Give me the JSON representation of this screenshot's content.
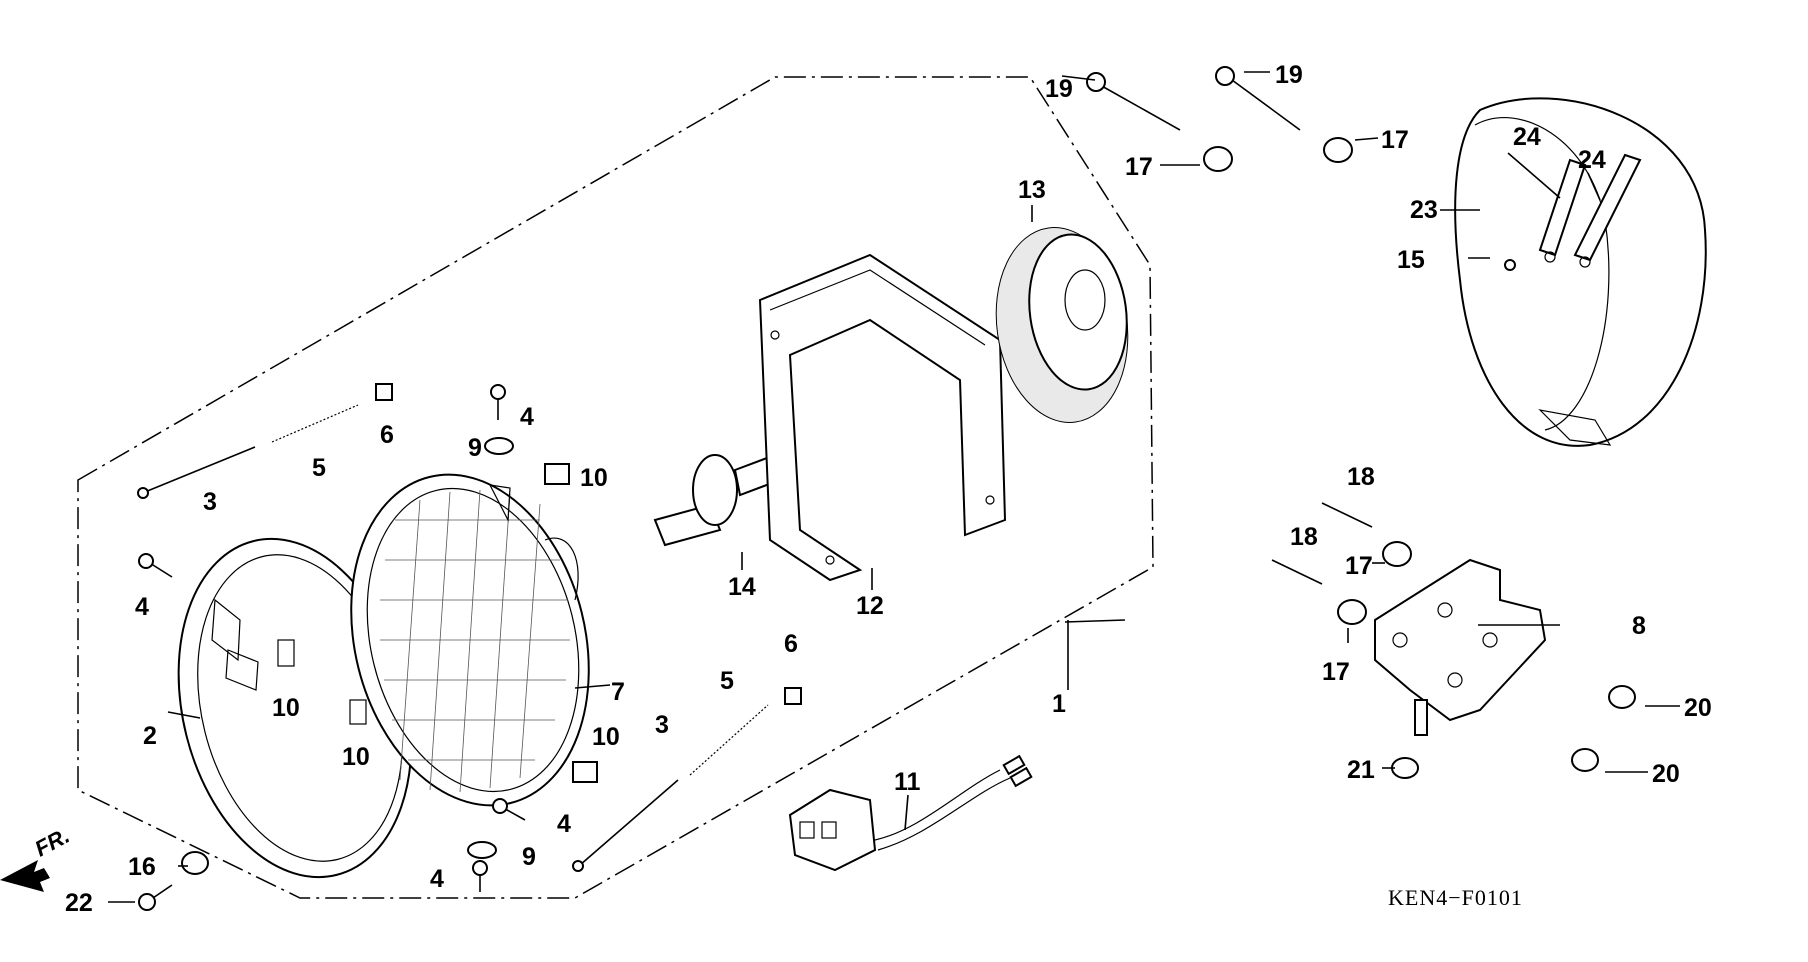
{
  "diagram": {
    "code_label": "KEN4−F0101",
    "front_label": "FR.",
    "callouts": [
      {
        "id": "c1",
        "text": "1"
      },
      {
        "id": "c2",
        "text": "2"
      },
      {
        "id": "c3a",
        "text": "3"
      },
      {
        "id": "c3b",
        "text": "3"
      },
      {
        "id": "c4a",
        "text": "4"
      },
      {
        "id": "c4b",
        "text": "4"
      },
      {
        "id": "c4c",
        "text": "4"
      },
      {
        "id": "c4d",
        "text": "4"
      },
      {
        "id": "c5a",
        "text": "5"
      },
      {
        "id": "c5b",
        "text": "5"
      },
      {
        "id": "c6a",
        "text": "6"
      },
      {
        "id": "c6b",
        "text": "6"
      },
      {
        "id": "c7",
        "text": "7"
      },
      {
        "id": "c8",
        "text": "8"
      },
      {
        "id": "c9a",
        "text": "9"
      },
      {
        "id": "c9b",
        "text": "9"
      },
      {
        "id": "c10a",
        "text": "10"
      },
      {
        "id": "c10b",
        "text": "10"
      },
      {
        "id": "c10c",
        "text": "10"
      },
      {
        "id": "c10d",
        "text": "10"
      },
      {
        "id": "c11",
        "text": "11"
      },
      {
        "id": "c12",
        "text": "12"
      },
      {
        "id": "c13",
        "text": "13"
      },
      {
        "id": "c14",
        "text": "14"
      },
      {
        "id": "c15",
        "text": "15"
      },
      {
        "id": "c16",
        "text": "16"
      },
      {
        "id": "c17a",
        "text": "17"
      },
      {
        "id": "c17b",
        "text": "17"
      },
      {
        "id": "c17c",
        "text": "17"
      },
      {
        "id": "c17d",
        "text": "17"
      },
      {
        "id": "c18a",
        "text": "18"
      },
      {
        "id": "c18b",
        "text": "18"
      },
      {
        "id": "c19a",
        "text": "19"
      },
      {
        "id": "c19b",
        "text": "19"
      },
      {
        "id": "c20a",
        "text": "20"
      },
      {
        "id": "c20b",
        "text": "20"
      },
      {
        "id": "c21",
        "text": "21"
      },
      {
        "id": "c22",
        "text": "22"
      },
      {
        "id": "c23",
        "text": "23"
      },
      {
        "id": "c24a",
        "text": "24"
      },
      {
        "id": "c24b",
        "text": "24"
      }
    ]
  }
}
